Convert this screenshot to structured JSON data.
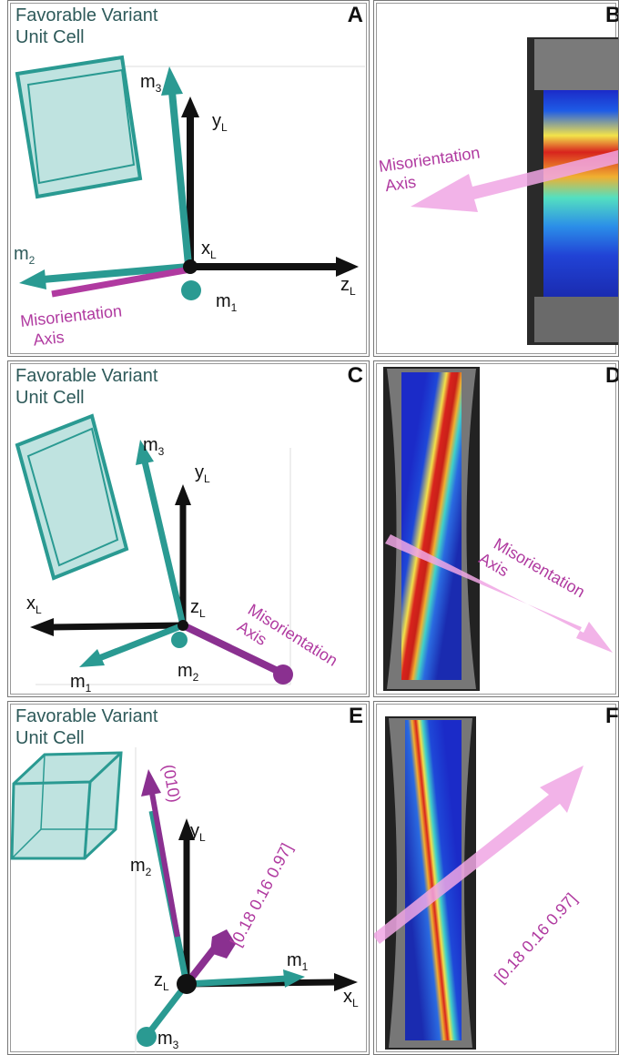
{
  "colors": {
    "teal": "#2a9a92",
    "tealLight": "#bfe3e0",
    "magenta": "#b03aa0",
    "pink": "#f0a6e4",
    "black": "#111111",
    "titleText": "#2e5a5a"
  },
  "panels": {
    "A": {
      "letter": "A",
      "title_line1": "Favorable Variant",
      "title_line2": "Unit Cell",
      "labels": {
        "m3": "m",
        "m3_sub": "3",
        "yL": "y",
        "yL_sub": "L",
        "xL": "x",
        "xL_sub": "L",
        "zL": "z",
        "zL_sub": "L",
        "m2": "m",
        "m2_sub": "2",
        "m1": "m",
        "m1_sub": "1",
        "misorientation_line1": "Misorientation",
        "misorientation_line2": "Axis"
      }
    },
    "B": {
      "letter": "B",
      "misorientation_line1": "Misorientation",
      "misorientation_line2": "Axis"
    },
    "C": {
      "letter": "C",
      "title_line1": "Favorable Variant",
      "title_line2": "Unit Cell",
      "labels": {
        "m3": "m",
        "m3_sub": "3",
        "yL": "y",
        "yL_sub": "L",
        "xL": "x",
        "xL_sub": "L",
        "zL": "z",
        "zL_sub": "L",
        "m1": "m",
        "m1_sub": "1",
        "m2": "m",
        "m2_sub": "2",
        "misorientation_line1": "Misorientation",
        "misorientation_line2": "Axis"
      }
    },
    "D": {
      "letter": "D",
      "misorientation_line1": "Misorientation",
      "misorientation_line2": "Axis"
    },
    "E": {
      "letter": "E",
      "title_line1": "Favorable Variant",
      "title_line2": "Unit Cell",
      "labels": {
        "plane": "(010)",
        "direction": "[0.18 0.16 0.97]",
        "yL": "y",
        "yL_sub": "L",
        "m2": "m",
        "m2_sub": "2",
        "zL": "z",
        "zL_sub": "L",
        "m1": "m",
        "m1_sub": "1",
        "xL": "x",
        "xL_sub": "L",
        "m3": "m",
        "m3_sub": "3"
      }
    },
    "F": {
      "letter": "F",
      "direction": "[0.18 0.16 0.97]"
    }
  }
}
